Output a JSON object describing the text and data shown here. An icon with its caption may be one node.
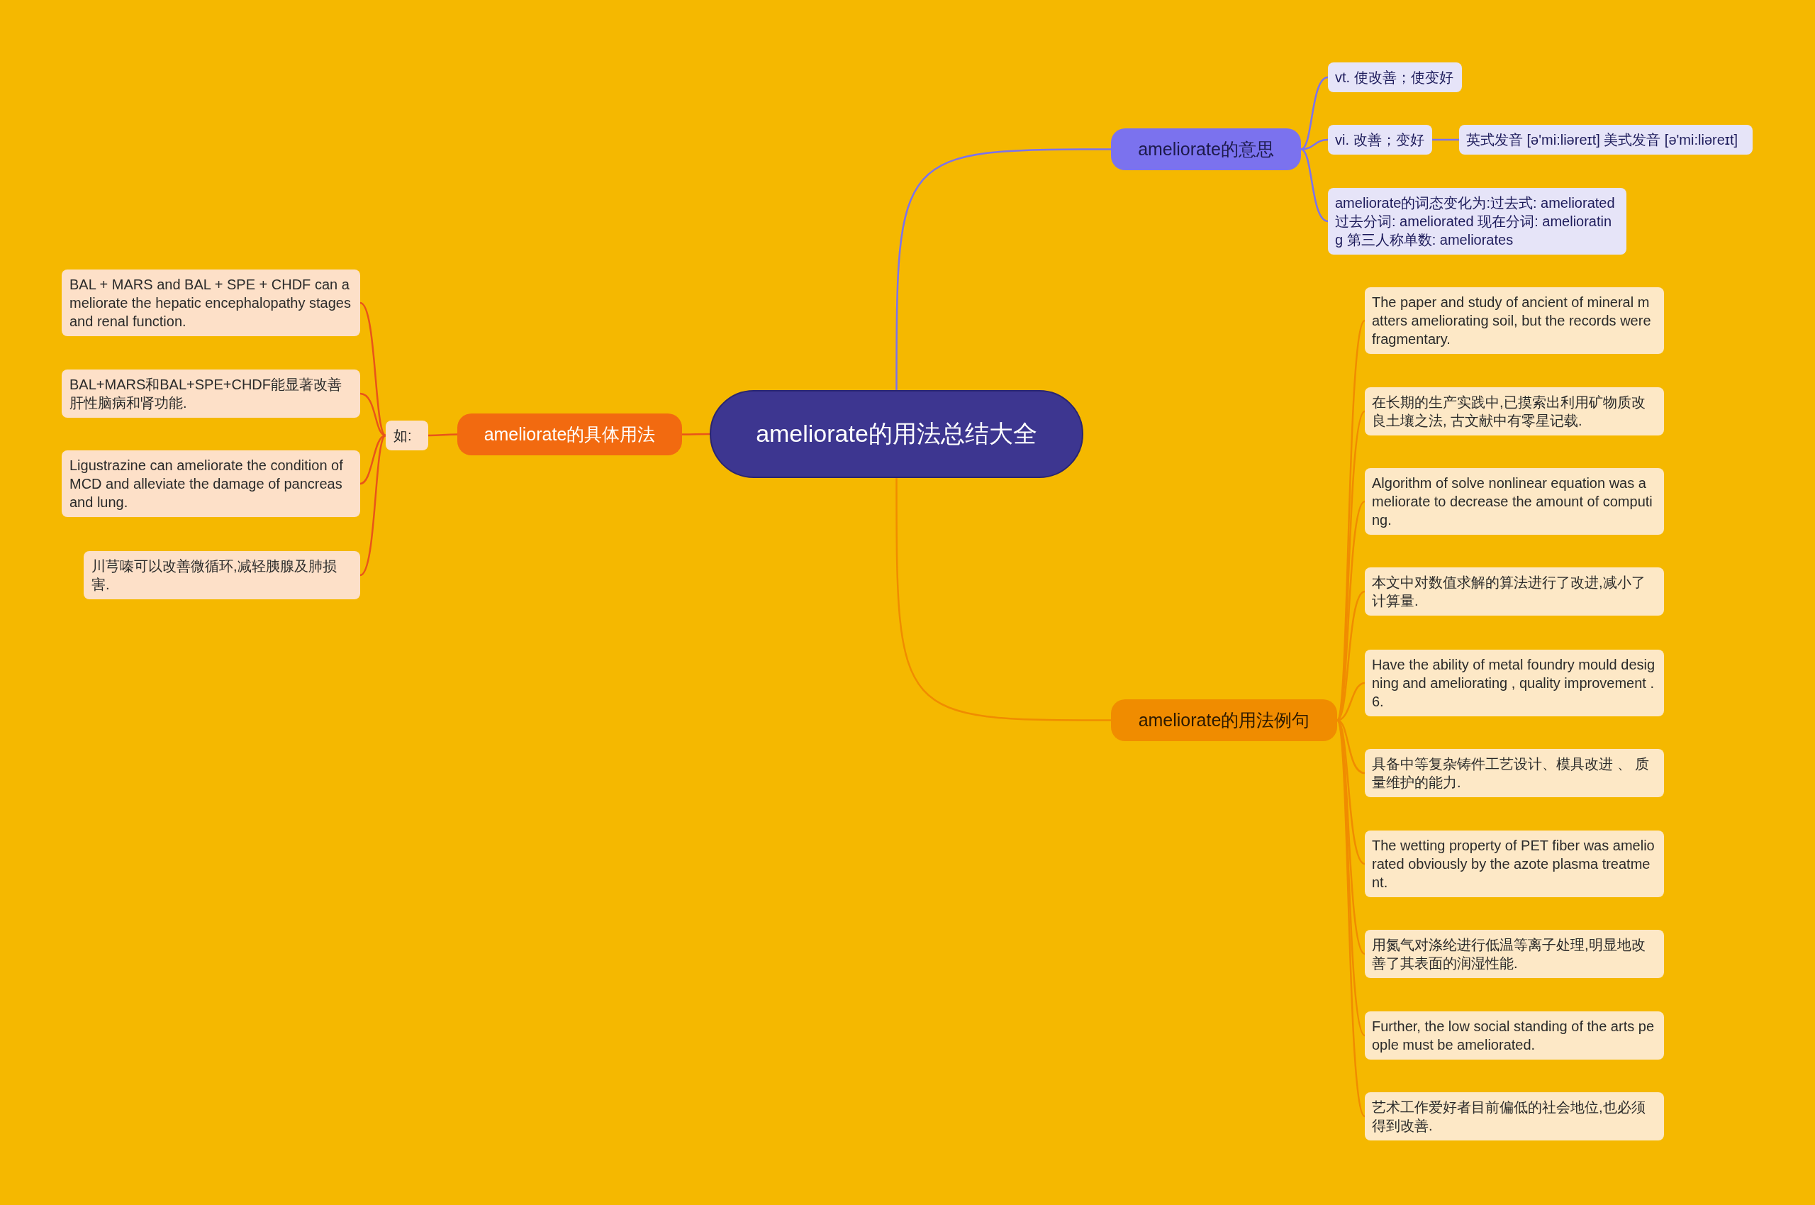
{
  "diagram": {
    "nodes": [
      {
        "text": [
          "ameliorate的用法总结大全"
        ]
      },
      {
        "text": [
          "ameliorate的意思"
        ]
      },
      {
        "text": [
          "vt. 使改善；使变好"
        ]
      },
      {
        "text": [
          "vi. 改善；变好"
        ]
      },
      {
        "text": [
          "英式发音 [ə'mi:liəreɪt] 美式发音 [ə'mi:liəreɪt]"
        ]
      },
      {
        "text": [
          "ameliorate的词态变化为:过去式: ameliorated 过去分词: ameliorated 现在分词: ameliorating 第三人称单数: ameliorates"
        ]
      },
      {
        "text": [
          "ameliorate的具体用法"
        ]
      },
      {
        "text": [
          "如:"
        ]
      },
      {
        "text": [
          "BAL + MARS and BAL + SPE + CHDF can ameliorate the hepatic encephalopathy stages and renal function."
        ]
      },
      {
        "text": [
          "BAL+MARS和BAL+SPE+CHDF能显著改善肝性脑病和肾功能."
        ]
      },
      {
        "text": [
          "Ligustrazine can ameliorate the condition of MCD and alleviate the damage of pancreas and lung."
        ]
      },
      {
        "text": [
          "川芎嗪可以改善微循环,减轻胰腺及肺损害."
        ]
      },
      {
        "text": [
          "ameliorate的用法例句"
        ]
      },
      {
        "text": [
          "The paper and study of ancient of mineral matters ameliorating soil, but the records were fragmentary."
        ]
      },
      {
        "text": [
          "在长期的生产实践中,已摸索出利用矿物质改良土壤之法, 古文献中有零星记载."
        ]
      },
      {
        "text": [
          "Algorithm of solve nonlinear equation was ameliorate to decrease the amount of computing."
        ]
      },
      {
        "text": [
          "本文中对数值求解的算法进行了改进,减小了计算量."
        ]
      },
      {
        "text": [
          "Have the ability of metal foundry mould designing and ameliorating , quality improvement . 6."
        ]
      },
      {
        "text": [
          "具备中等复杂铸件工艺设计、模具改进 、 质量维护的能力."
        ]
      },
      {
        "text": [
          "The wetting property of PET fiber was ameliorated obviously by the azote plasma treatment."
        ]
      },
      {
        "text": [
          "用氮气对涤纶进行低温等离子处理,明显地改善了其表面的润湿性能."
        ]
      },
      {
        "text": [
          "Further, the low social standing of the arts people must be ameliorated."
        ]
      },
      {
        "text": [
          "艺术工作爱好者目前偏低的社会地位,也必须得到改善."
        ]
      }
    ],
    "edges": [
      {
        "from": 0,
        "to": 1,
        "arrow": "none",
        "color": "#7b72ee"
      },
      {
        "from": 1,
        "to": 2,
        "arrow": "none",
        "color": "#7b72ee"
      },
      {
        "from": 1,
        "to": 3,
        "arrow": "none",
        "color": "#7b72ee"
      },
      {
        "from": 3,
        "to": 4,
        "arrow": "none",
        "color": "#7b72ee"
      },
      {
        "from": 1,
        "to": 5,
        "arrow": "none",
        "color": "#7b72ee"
      },
      {
        "from": 0,
        "to": 6,
        "arrow": "none",
        "color": "#e8541a"
      },
      {
        "from": 6,
        "to": 7,
        "arrow": "none",
        "color": "#e8541a"
      },
      {
        "from": 7,
        "to": 8,
        "arrow": "none",
        "color": "#e8541a"
      },
      {
        "from": 7,
        "to": 9,
        "arrow": "none",
        "color": "#e8541a"
      },
      {
        "from": 7,
        "to": 10,
        "arrow": "none",
        "color": "#e8541a"
      },
      {
        "from": 7,
        "to": 11,
        "arrow": "none",
        "color": "#e8541a"
      },
      {
        "from": 0,
        "to": 12,
        "arrow": "none"
      },
      {
        "from": 12,
        "to": 13,
        "arrow": "none"
      },
      {
        "from": 12,
        "to": 14,
        "arrow": "none"
      },
      {
        "from": 12,
        "to": 15,
        "arrow": "none"
      },
      {
        "from": 12,
        "to": 16,
        "arrow": "none"
      },
      {
        "from": 12,
        "to": 17,
        "arrow": "none"
      },
      {
        "from": 12,
        "to": 18,
        "arrow": "none"
      },
      {
        "from": 12,
        "to": 19,
        "arrow": "none"
      },
      {
        "from": 12,
        "to": 20,
        "arrow": "none"
      },
      {
        "from": 12,
        "to": 21,
        "arrow": "none"
      },
      {
        "from": 12,
        "to": 22,
        "arrow": "none"
      }
    ]
  }
}
